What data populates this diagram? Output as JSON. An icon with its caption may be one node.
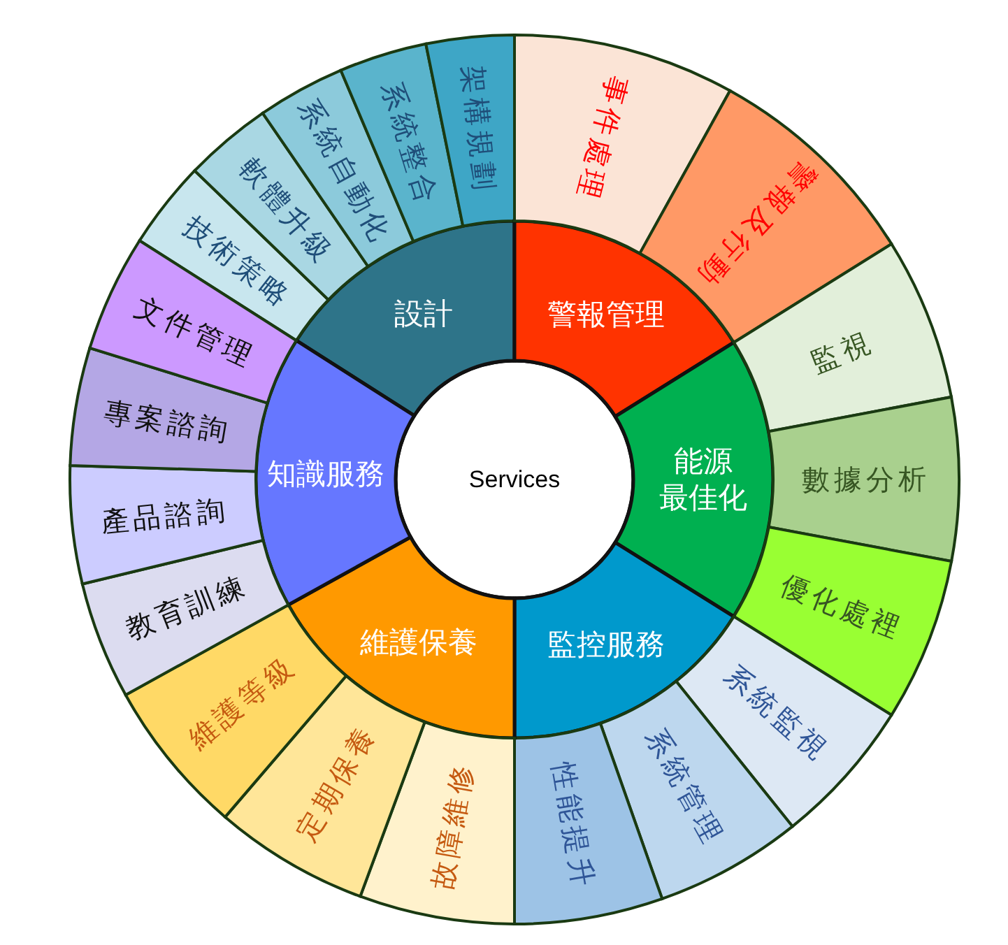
{
  "diagram": {
    "nodes": [
      {
        "text": [
          "Services"
        ]
      },
      {
        "text": [
          "設計"
        ]
      },
      {
        "text": [
          "技術策略"
        ]
      },
      {
        "text": [
          "軟體升級"
        ]
      },
      {
        "text": [
          "系統自動化"
        ]
      },
      {
        "text": [
          "系統整合"
        ]
      },
      {
        "text": [
          "架構規劃"
        ]
      },
      {
        "text": [
          "警報管理"
        ]
      },
      {
        "text": [
          "事件處理"
        ]
      },
      {
        "text": [
          "警報及行動"
        ]
      },
      {
        "text": [
          "能源最佳化"
        ]
      },
      {
        "text": [
          "監視"
        ]
      },
      {
        "text": [
          "數據分析"
        ]
      },
      {
        "text": [
          "優化處裡"
        ]
      },
      {
        "text": [
          "監控服務"
        ]
      },
      {
        "text": [
          "系統監視"
        ]
      },
      {
        "text": [
          "系統管理"
        ]
      },
      {
        "text": [
          "性能提升"
        ]
      },
      {
        "text": [
          "維護保養"
        ]
      },
      {
        "text": [
          "故障維修"
        ]
      },
      {
        "text": [
          "定期保養"
        ]
      },
      {
        "text": [
          "維護等級"
        ]
      },
      {
        "text": [
          "知識服務"
        ]
      },
      {
        "text": [
          "教育訓練"
        ]
      },
      {
        "text": [
          "產品諮詢"
        ]
      },
      {
        "text": [
          "專案諮詢"
        ]
      },
      {
        "text": [
          "文件管理"
        ]
      }
    ],
    "edges": []
  }
}
